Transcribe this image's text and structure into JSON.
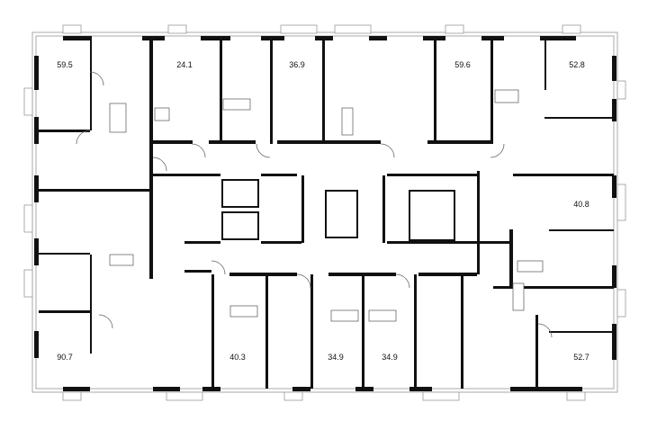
{
  "floor_plan": {
    "apartments": [
      {
        "id": "top-left",
        "area": "59.5"
      },
      {
        "id": "top-2",
        "area": "24.1"
      },
      {
        "id": "top-3",
        "area": "36.9"
      },
      {
        "id": "top-4",
        "area": "59.6"
      },
      {
        "id": "top-right",
        "area": "52.8"
      },
      {
        "id": "right-middle",
        "area": "40.8"
      },
      {
        "id": "bottom-left",
        "area": "90.7"
      },
      {
        "id": "bottom-2",
        "area": "40.3"
      },
      {
        "id": "bottom-3",
        "area": "34.9"
      },
      {
        "id": "bottom-4",
        "area": "34.9"
      },
      {
        "id": "bottom-right",
        "area": "52.7"
      }
    ],
    "colors": {
      "walls": "#111111",
      "outline": "#aaaaaa"
    }
  }
}
